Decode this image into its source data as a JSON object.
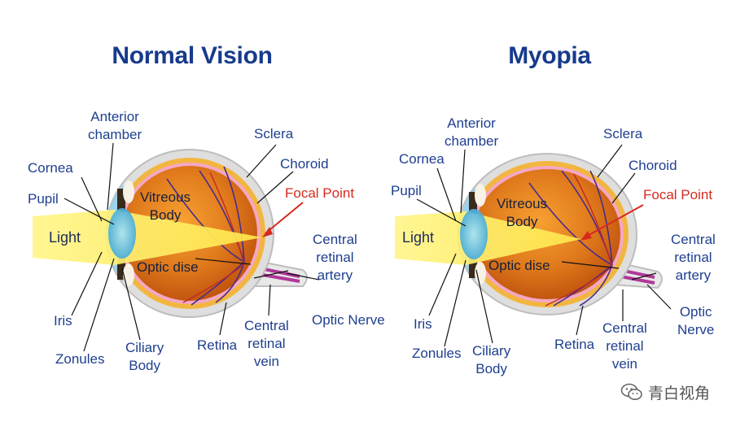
{
  "normal": {
    "title": "Normal Vision",
    "labels": {
      "anterior_chamber": [
        "Anterior",
        "chamber"
      ],
      "cornea": "Cornea",
      "pupil": "Pupil",
      "light": "Light",
      "vitreous_body": [
        "Vitreous",
        "Body"
      ],
      "optic_dise": "Optic dise",
      "sclera": "Sclera",
      "choroid": "Choroid",
      "focal_point": "Focal Point",
      "central_retinal_artery": [
        "Central",
        "retinal",
        "artery"
      ],
      "optic_nerve": "Optic Nerve",
      "iris": "Iris",
      "zonules": "Zonules",
      "ciliary_body": [
        "Ciliary",
        "Body"
      ],
      "retina": "Retina",
      "central_retinal_vein": [
        "Central",
        "retinal",
        "vein"
      ]
    }
  },
  "myopia": {
    "title": "Myopia",
    "labels": {
      "anterior_chamber": [
        "Anterior",
        "chamber"
      ],
      "cornea": "Cornea",
      "pupil": "Pupil",
      "light": "Light",
      "vitreous_body": [
        "Vitreous",
        "Body"
      ],
      "optic_dise": "Optic dise",
      "sclera": "Sclera",
      "choroid": "Choroid",
      "focal_point": "Focal Point",
      "central_retinal_artery": [
        "Central",
        "retinal",
        "artery"
      ],
      "optic_nerve": [
        "Optic",
        "Nerve"
      ],
      "iris": "Iris",
      "zonules": "Zonules",
      "ciliary_body": [
        "Ciliary",
        "Body"
      ],
      "retina": "Retina",
      "central_retinal_vein": [
        "Central",
        "retinal",
        "vein"
      ]
    }
  },
  "watermark": {
    "text": "青白视角",
    "icon": "wechat-icon"
  },
  "colors": {
    "title": "#173a8c",
    "label": "#1e3f8f",
    "focal_point": "#d62a1f",
    "vitreous": "#e07a1c",
    "sclera": "#d9d9d9",
    "choroid": "#f2b640",
    "retina": "#f4a7c4",
    "light_beam": "#fff06a",
    "lens": "#63c4e8"
  }
}
